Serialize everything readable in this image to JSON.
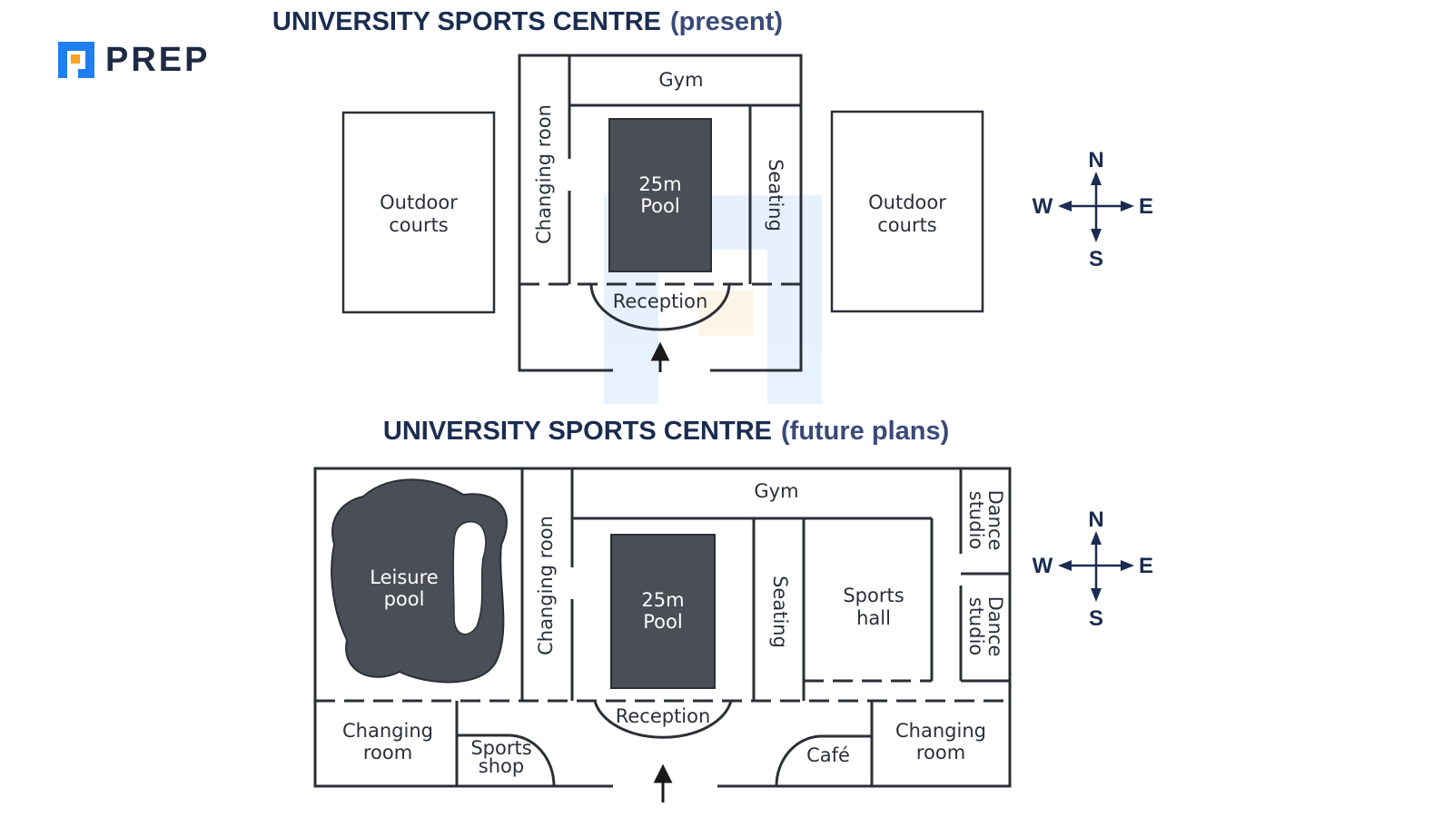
{
  "logo": {
    "text": "PREP",
    "brand_blue": "#1f7ef0",
    "brand_orange": "#f5a623"
  },
  "present": {
    "title": "UNIVERSITY SPORTS CENTRE",
    "subtitle": "(present)",
    "rooms": {
      "gym": "Gym",
      "changing_room": "Changing roon",
      "pool_line1": "25m",
      "pool_line2": "Pool",
      "seating": "Seating",
      "reception": "Reception",
      "outdoor_west_line1": "Outdoor",
      "outdoor_west_line2": "courts",
      "outdoor_east_line1": "Outdoor",
      "outdoor_east_line2": "courts"
    }
  },
  "future": {
    "title": "UNIVERSITY SPORTS CENTRE",
    "subtitle": "(future plans)",
    "rooms": {
      "leisure_pool_line1": "Leisure",
      "leisure_pool_line2": "pool",
      "changing_room_vertical": "Changing roon",
      "gym": "Gym",
      "pool_line1": "25m",
      "pool_line2": "Pool",
      "seating": "Seating",
      "sports_hall_line1": "Sports",
      "sports_hall_line2": "hall",
      "dance_north_line1": "Dance",
      "dance_north_line2": "studio",
      "dance_south_line1": "Dance",
      "dance_south_line2": "studio",
      "changing_room_west_line1": "Changing",
      "changing_room_west_line2": "room",
      "sports_shop_line1": "Sports",
      "sports_shop_line2": "shop",
      "reception": "Reception",
      "cafe": "Café",
      "changing_room_east_line1": "Changing",
      "changing_room_east_line2": "room"
    }
  },
  "compass": {
    "north": "N",
    "south": "S",
    "east": "E",
    "west": "W"
  },
  "colors": {
    "title": "#1a2c50",
    "pool_fill": "#4a4e57",
    "wall": "#2b2f36"
  }
}
